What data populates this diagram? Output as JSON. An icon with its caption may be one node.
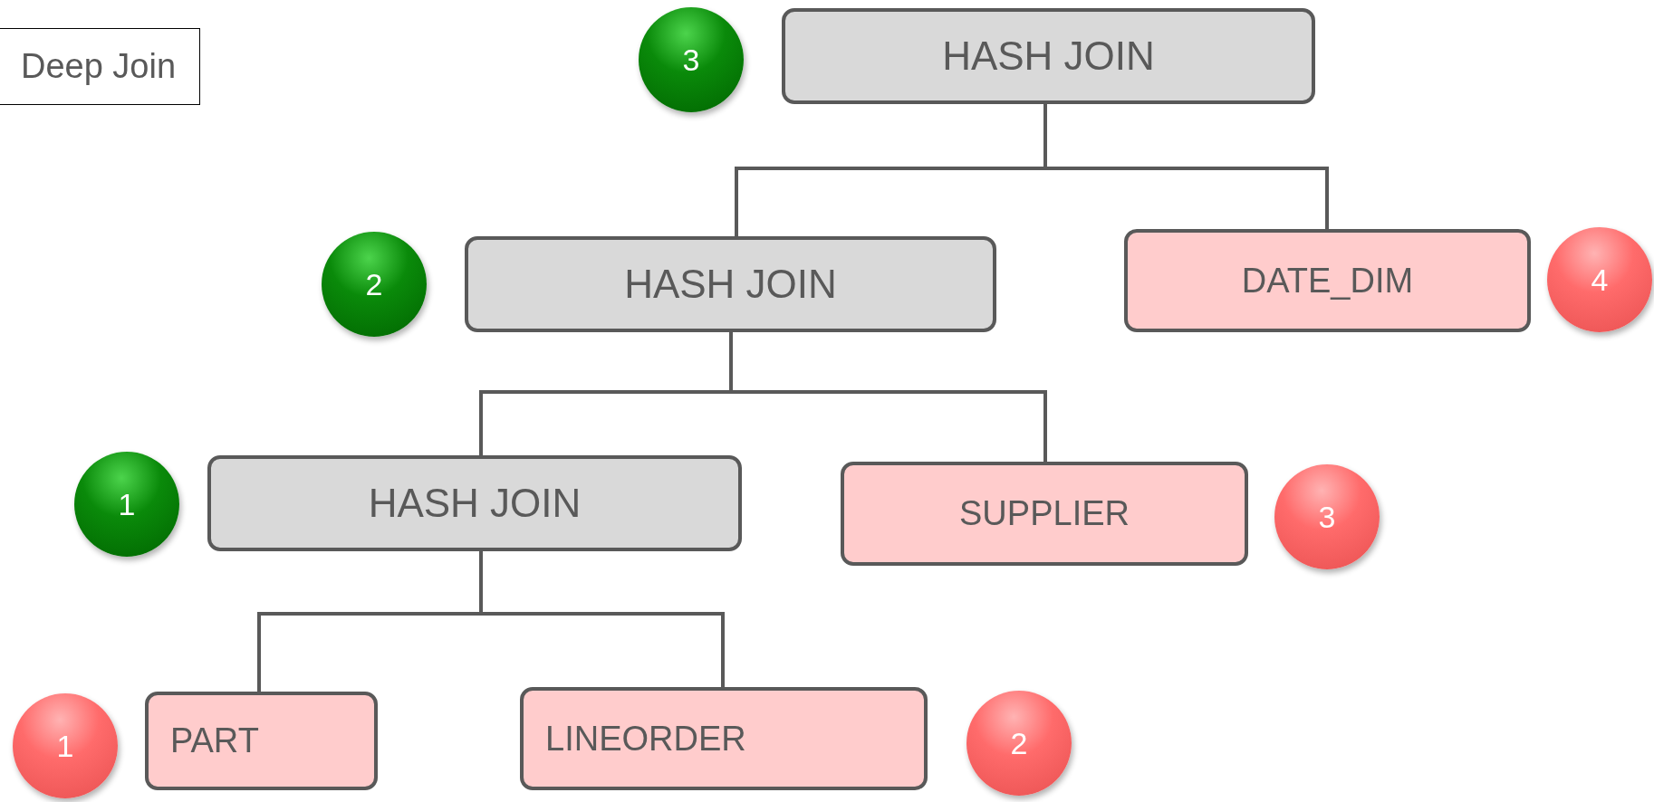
{
  "diagram": {
    "nodes": [
      {
        "text": [
          "Deep Join"
        ]
      },
      {
        "text": [
          "HASH JOIN"
        ]
      },
      {
        "text": [
          "3"
        ]
      },
      {
        "text": [
          "HASH JOIN"
        ]
      },
      {
        "text": [
          "2"
        ]
      },
      {
        "text": [
          "DATE_DIM"
        ]
      },
      {
        "text": [
          "4"
        ]
      },
      {
        "text": [
          "HASH JOIN"
        ]
      },
      {
        "text": [
          "1"
        ]
      },
      {
        "text": [
          "SUPPLIER"
        ]
      },
      {
        "text": [
          "3"
        ]
      },
      {
        "text": [
          "PART"
        ]
      },
      {
        "text": [
          "1"
        ]
      },
      {
        "text": [
          "LINEORDER"
        ]
      },
      {
        "text": [
          "2"
        ]
      }
    ],
    "edges": [
      {
        "from": 1,
        "to": 3,
        "arrow": "none"
      },
      {
        "from": 1,
        "to": 5,
        "arrow": "none"
      },
      {
        "from": 3,
        "to": 7,
        "arrow": "none"
      },
      {
        "from": 3,
        "to": 9,
        "arrow": "none"
      },
      {
        "from": 7,
        "to": 11,
        "arrow": "none"
      },
      {
        "from": 7,
        "to": 13,
        "arrow": "none"
      }
    ]
  }
}
